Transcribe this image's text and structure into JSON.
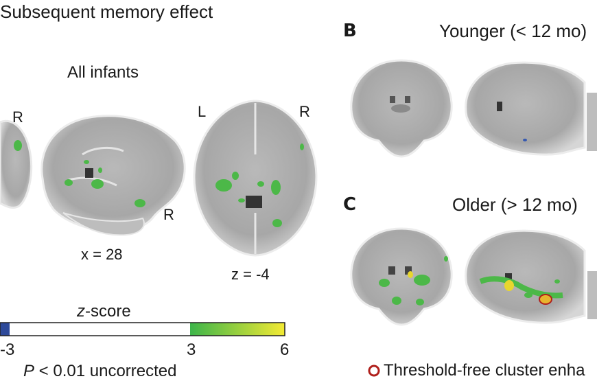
{
  "header": {
    "title": "Subsequent memory effect",
    "panel_b": "B",
    "panel_b_group": "Younger (< 12 mo)",
    "panel_c": "C",
    "panel_c_group": "Older (> 12 mo)"
  },
  "panel_a": {
    "subtitle": "All infants",
    "coord_x": "x = 28",
    "coord_z": "z = -4",
    "orientation": {
      "r_left": "R",
      "l_axial": "L",
      "r_axial": "R",
      "r_sagittal": "R"
    }
  },
  "colorbar": {
    "label_italic": "z",
    "label_rest": "-score",
    "ticks": [
      "-3",
      "3",
      "6"
    ],
    "negative_color": "#2e4a9a",
    "positive_color_low": "#3db54a",
    "positive_color_high": "#f3ea34",
    "caption_italic": "P",
    "caption_rest": " < 0.01 uncorrected"
  },
  "legend": {
    "text": "Threshold-free cluster enha",
    "marker_color": "#b0201c"
  },
  "colors": {
    "activation_green": "#4cb848",
    "activation_yellow": "#e8d62e",
    "brain_gray": "#c8c8c8"
  }
}
